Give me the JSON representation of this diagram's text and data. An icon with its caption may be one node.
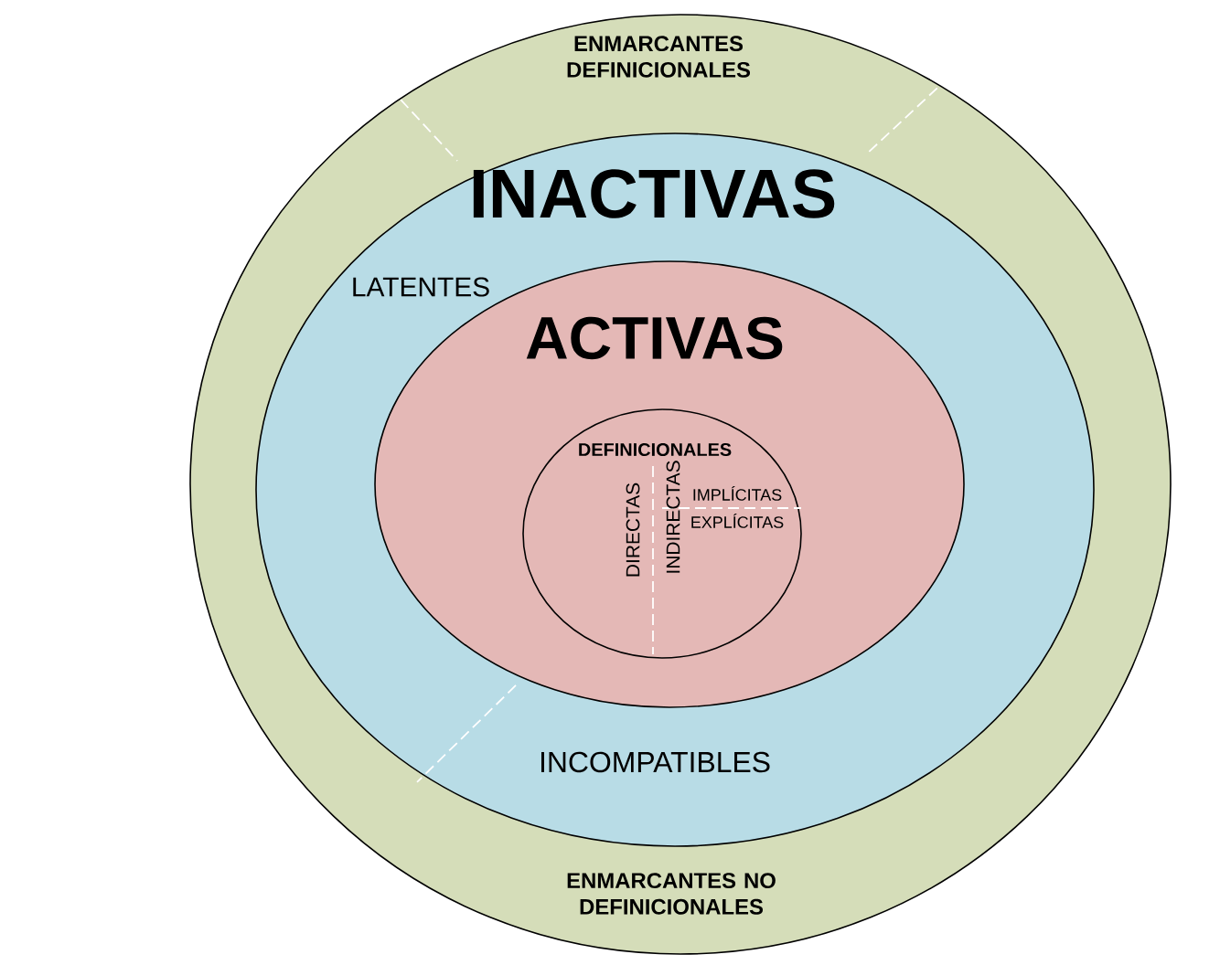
{
  "diagram": {
    "nodes": [
      {
        "text": [
          "ENMARCANTES DEFINICIONALES",
          "ENMARCANTES NO DEFINICIONALES"
        ]
      },
      {
        "text": [
          "INACTIVAS",
          "LATENTES",
          "INCOMPATIBLES"
        ],
        "in": 0
      },
      {
        "text": [
          "ACTIVAS"
        ],
        "in": 1
      },
      {
        "text": [
          "DEFINICIONALES",
          "DIRECTAS",
          "INDIRECTAS",
          "IMPLÍCITAS",
          "EXPLÍCITAS"
        ],
        "in": 2
      }
    ]
  }
}
